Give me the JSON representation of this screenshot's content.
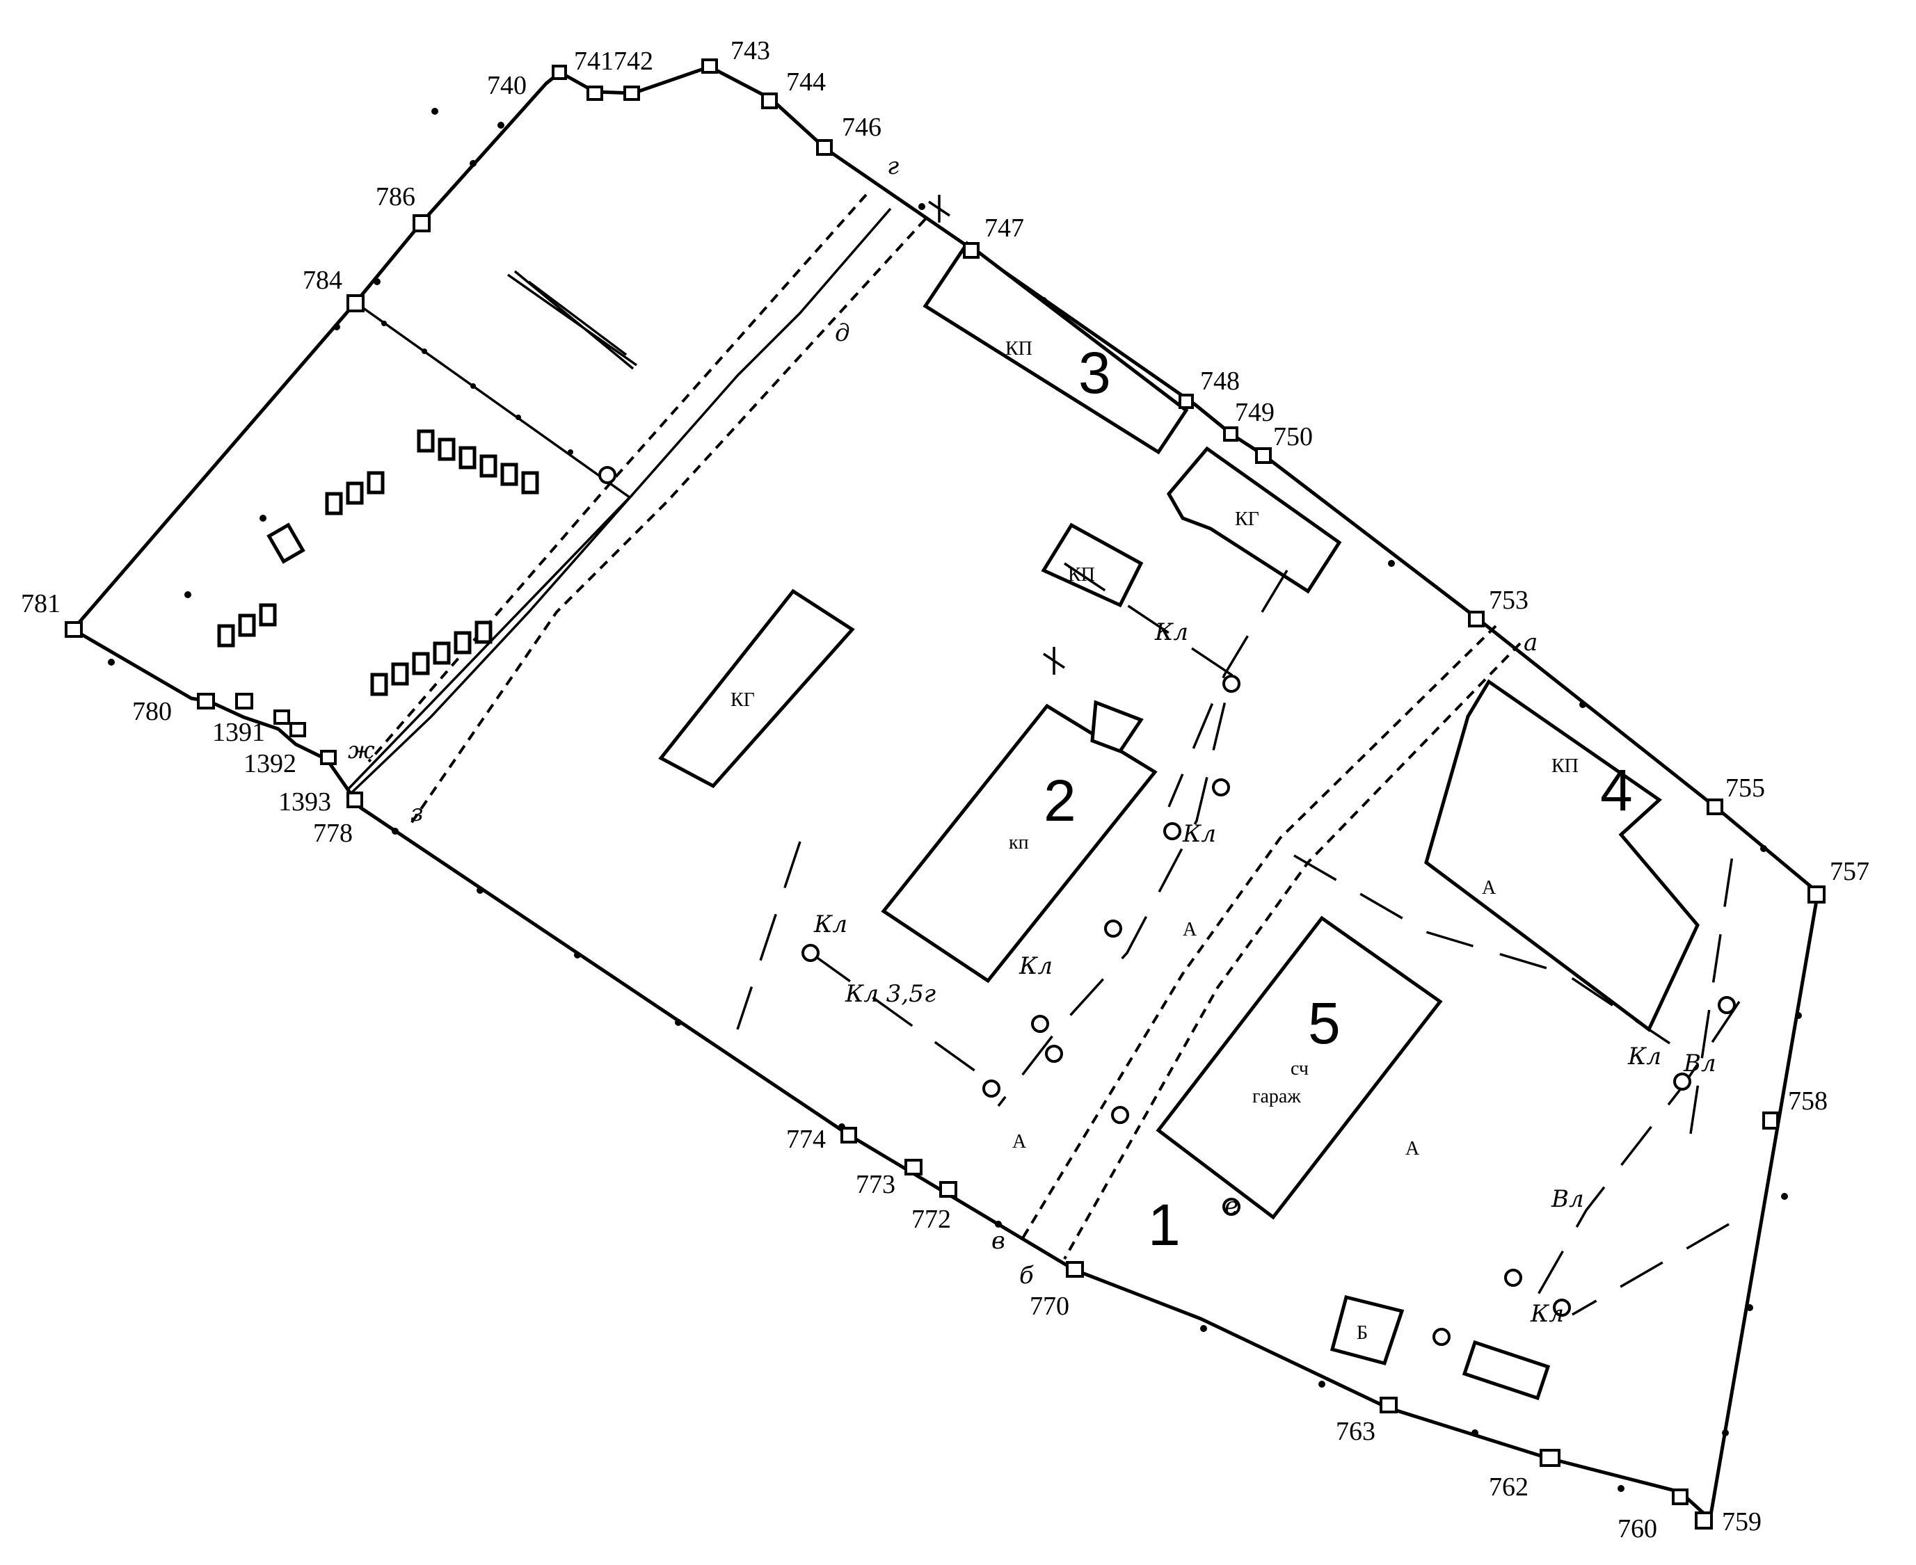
{
  "points": [
    {
      "label": "740"
    },
    {
      "label": "741742"
    },
    {
      "label": "743"
    },
    {
      "label": "744"
    },
    {
      "label": "746"
    },
    {
      "label": "747"
    },
    {
      "label": "748"
    },
    {
      "label": "749"
    },
    {
      "label": "750"
    },
    {
      "label": "753"
    },
    {
      "label": "755"
    },
    {
      "label": "757"
    },
    {
      "label": "758"
    },
    {
      "label": "759"
    },
    {
      "label": "760"
    },
    {
      "label": "762"
    },
    {
      "label": "763"
    },
    {
      "label": "770"
    },
    {
      "label": "772"
    },
    {
      "label": "773"
    },
    {
      "label": "774"
    },
    {
      "label": "778"
    },
    {
      "label": "780"
    },
    {
      "label": "781"
    },
    {
      "label": "784"
    },
    {
      "label": "786"
    },
    {
      "label": "1391"
    },
    {
      "label": "1392"
    },
    {
      "label": "1393"
    }
  ],
  "buildings": [
    {
      "number": "3",
      "material": "КП"
    },
    {
      "number": "2",
      "material": "кп"
    },
    {
      "number": "4",
      "material": "КП"
    },
    {
      "number": "5",
      "material": "сч",
      "name": "гараж"
    }
  ],
  "small_buildings": [
    {
      "material": "КГ"
    },
    {
      "material": "КП"
    },
    {
      "material": "КГ"
    },
    {
      "material": "Б"
    }
  ],
  "labels": {
    "area_number": "1",
    "letters": [
      "а",
      "б",
      "в",
      "г",
      "д",
      "е",
      "ж",
      "з"
    ],
    "utility": [
      "Кл",
      "Кл",
      "Кл",
      "Кл",
      "Вл",
      "Вл",
      "Кл",
      "Кл",
      "Кл 3,5г"
    ],
    "zone": [
      "А",
      "А",
      "А",
      "А"
    ]
  }
}
